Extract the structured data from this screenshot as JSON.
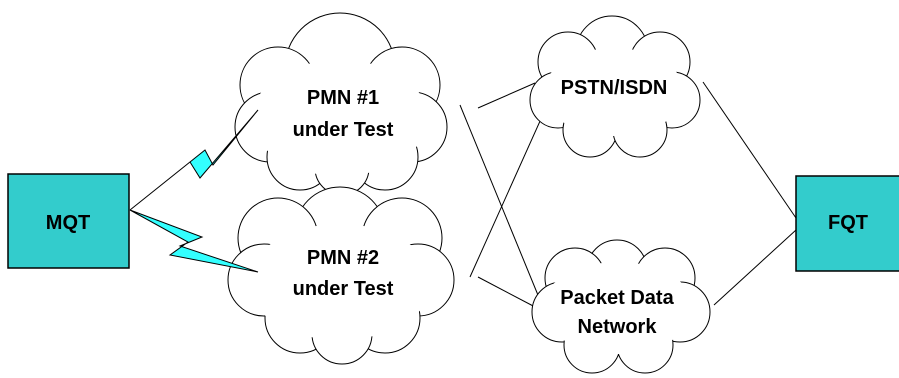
{
  "colors": {
    "terminal_fill": "#33cccc",
    "link": "#000000",
    "cloud_stroke": "#000000",
    "lightning_fill": "#33ffff"
  },
  "nodes": {
    "mqt": {
      "label": "MQT"
    },
    "fqt": {
      "label": "FQT"
    },
    "pmn1": {
      "line1": "PMN #1",
      "line2": "under Test"
    },
    "pmn2": {
      "line1": "PMN #2",
      "line2": "under Test"
    },
    "pstn": {
      "label": "PSTN/ISDN"
    },
    "pdn": {
      "line1": "Packet Data",
      "line2": "Network"
    }
  },
  "icons": {
    "radio_link": "lightning-bolt-icon"
  }
}
